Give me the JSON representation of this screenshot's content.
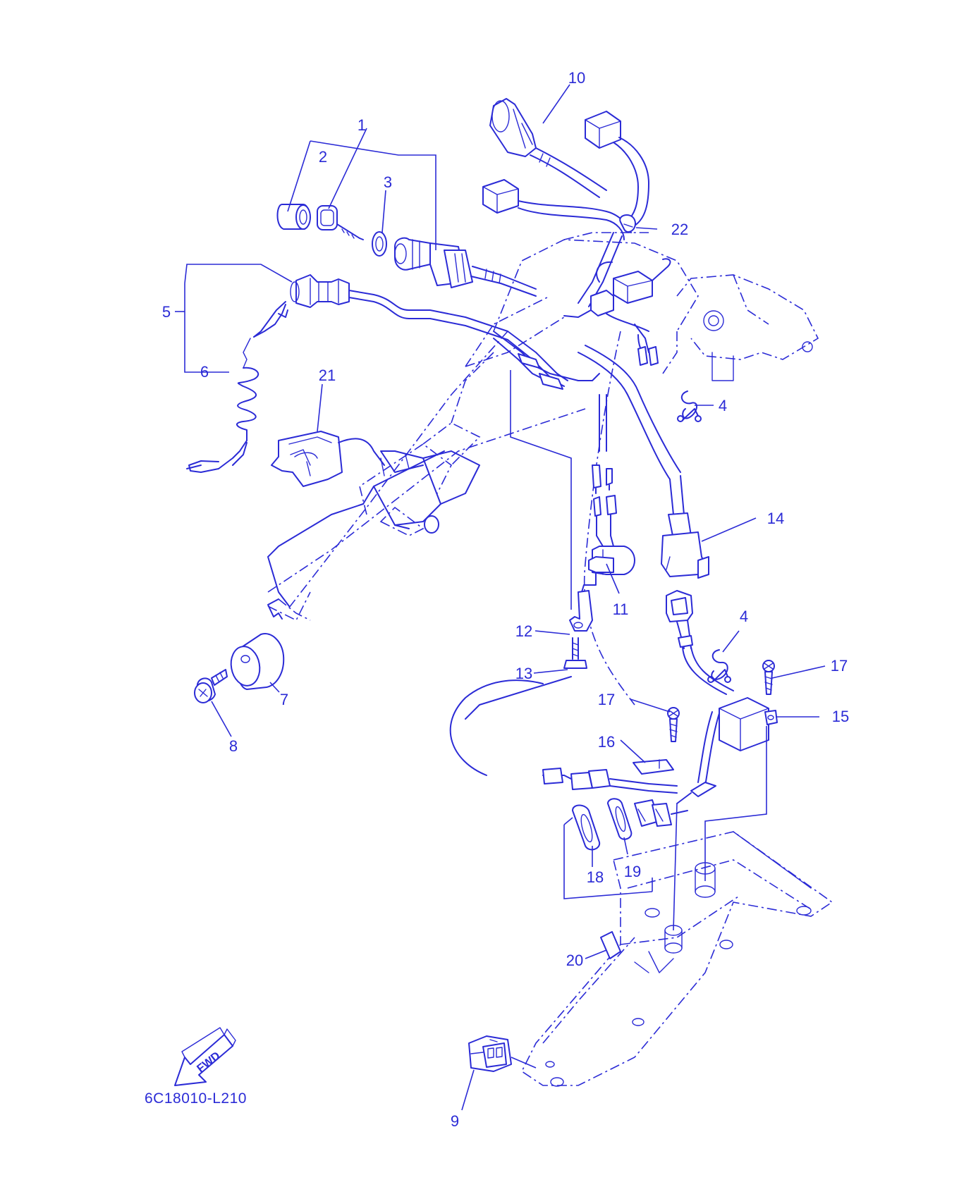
{
  "diagram": {
    "callouts": [
      {
        "id": "c1",
        "label": "1"
      },
      {
        "id": "c2",
        "label": "2"
      },
      {
        "id": "c3",
        "label": "3"
      },
      {
        "id": "c4a",
        "label": "4"
      },
      {
        "id": "c4b",
        "label": "4"
      },
      {
        "id": "c5",
        "label": "5"
      },
      {
        "id": "c6",
        "label": "6"
      },
      {
        "id": "c7",
        "label": "7"
      },
      {
        "id": "c8",
        "label": "8"
      },
      {
        "id": "c9",
        "label": "9"
      },
      {
        "id": "c10",
        "label": "10"
      },
      {
        "id": "c11",
        "label": "11"
      },
      {
        "id": "c12",
        "label": "12"
      },
      {
        "id": "c13",
        "label": "13"
      },
      {
        "id": "c14",
        "label": "14"
      },
      {
        "id": "c15",
        "label": "15"
      },
      {
        "id": "c16",
        "label": "16"
      },
      {
        "id": "c17a",
        "label": "17"
      },
      {
        "id": "c17b",
        "label": "17"
      },
      {
        "id": "c18",
        "label": "18"
      },
      {
        "id": "c19",
        "label": "19"
      },
      {
        "id": "c20",
        "label": "20"
      },
      {
        "id": "c21",
        "label": "21"
      },
      {
        "id": "c22",
        "label": "22"
      }
    ],
    "fwd_label": "FWD",
    "drawing_code": "6C18010-L210",
    "line_color": "#2b2bd6",
    "background_color": "#ffffff"
  }
}
